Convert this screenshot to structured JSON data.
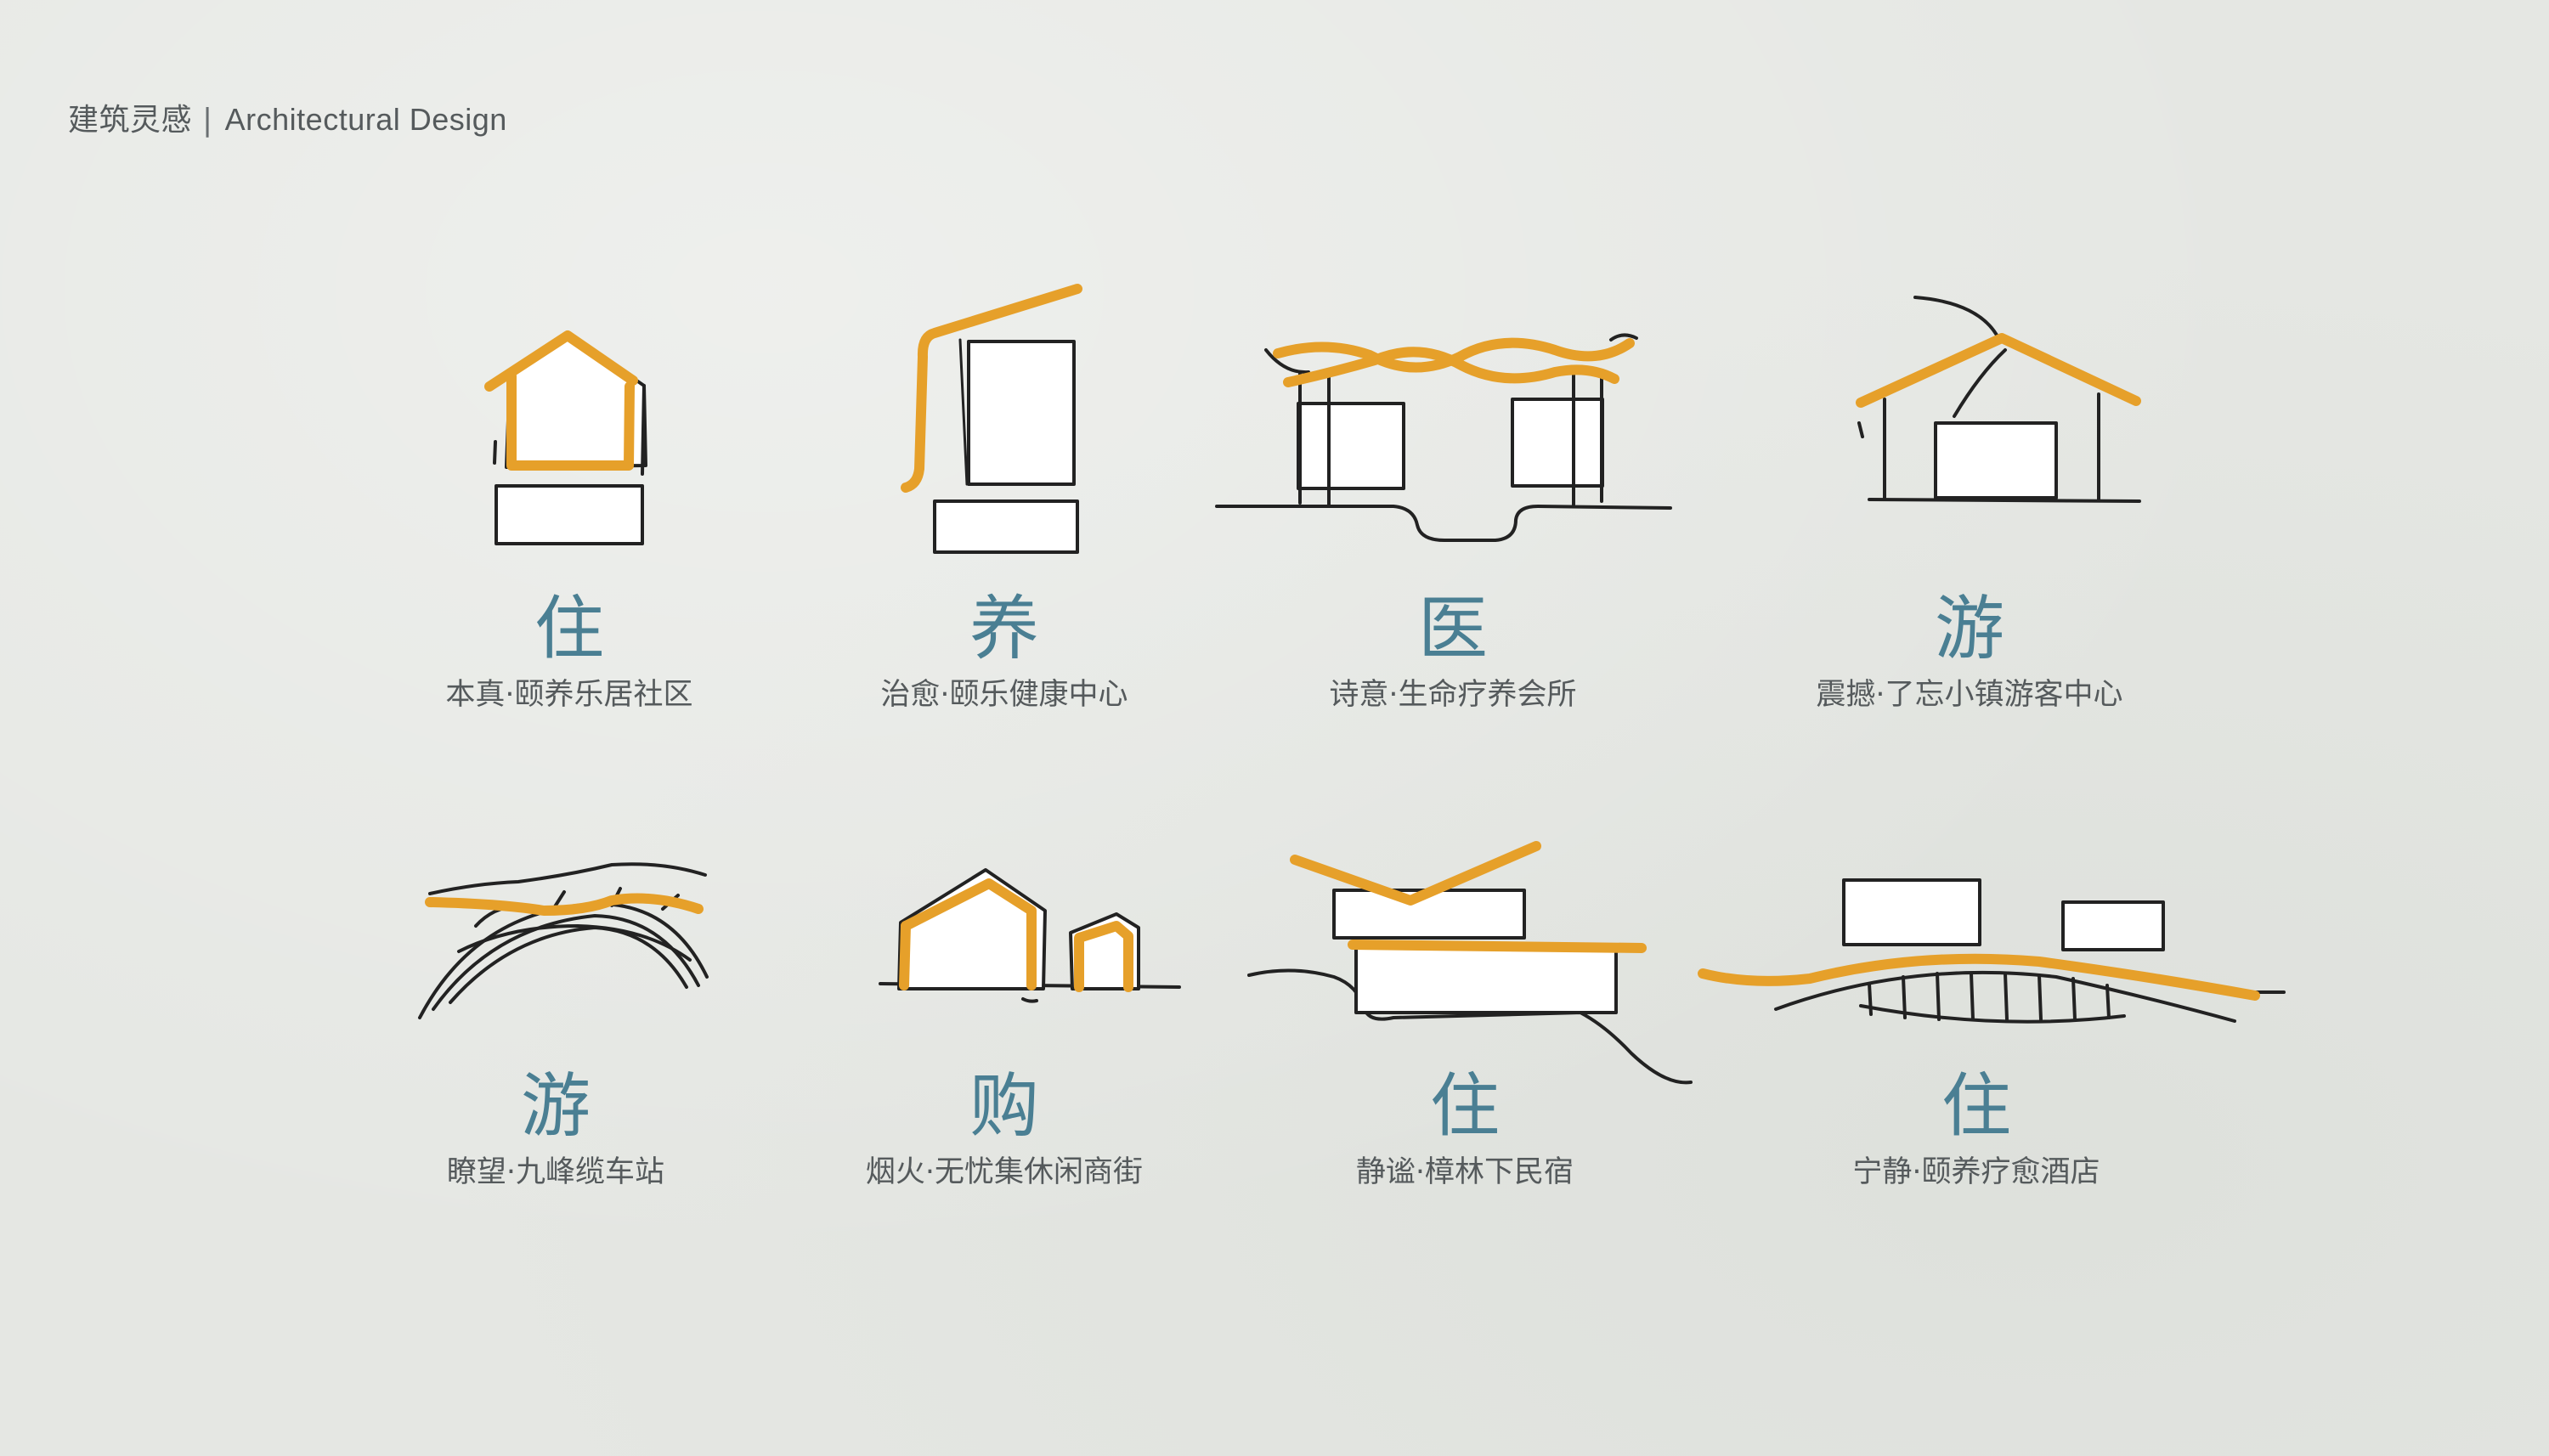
{
  "header": {
    "title_cn": "建筑灵感",
    "separator": "|",
    "title_en": "Architectural Design"
  },
  "colors": {
    "background": "#e5e7e3",
    "accent_gold": "#e6a02a",
    "glyph_teal": "#4a7f93",
    "text_gray": "#555a5c",
    "ink": "#222222"
  },
  "concepts": [
    {
      "glyph": "住",
      "caption": "本真·颐养乐居社区"
    },
    {
      "glyph": "养",
      "caption": "治愈·颐乐健康中心"
    },
    {
      "glyph": "医",
      "caption": "诗意·生命疗养会所"
    },
    {
      "glyph": "游",
      "caption": "震撼·了忘小镇游客中心"
    },
    {
      "glyph": "游",
      "caption": "瞭望·九峰缆车站"
    },
    {
      "glyph": "购",
      "caption": "烟火·无忧集休闲商街"
    },
    {
      "glyph": "住",
      "caption": "静谧·樟林下民宿"
    },
    {
      "glyph": "住",
      "caption": "宁静·颐养疗愈酒店"
    }
  ]
}
